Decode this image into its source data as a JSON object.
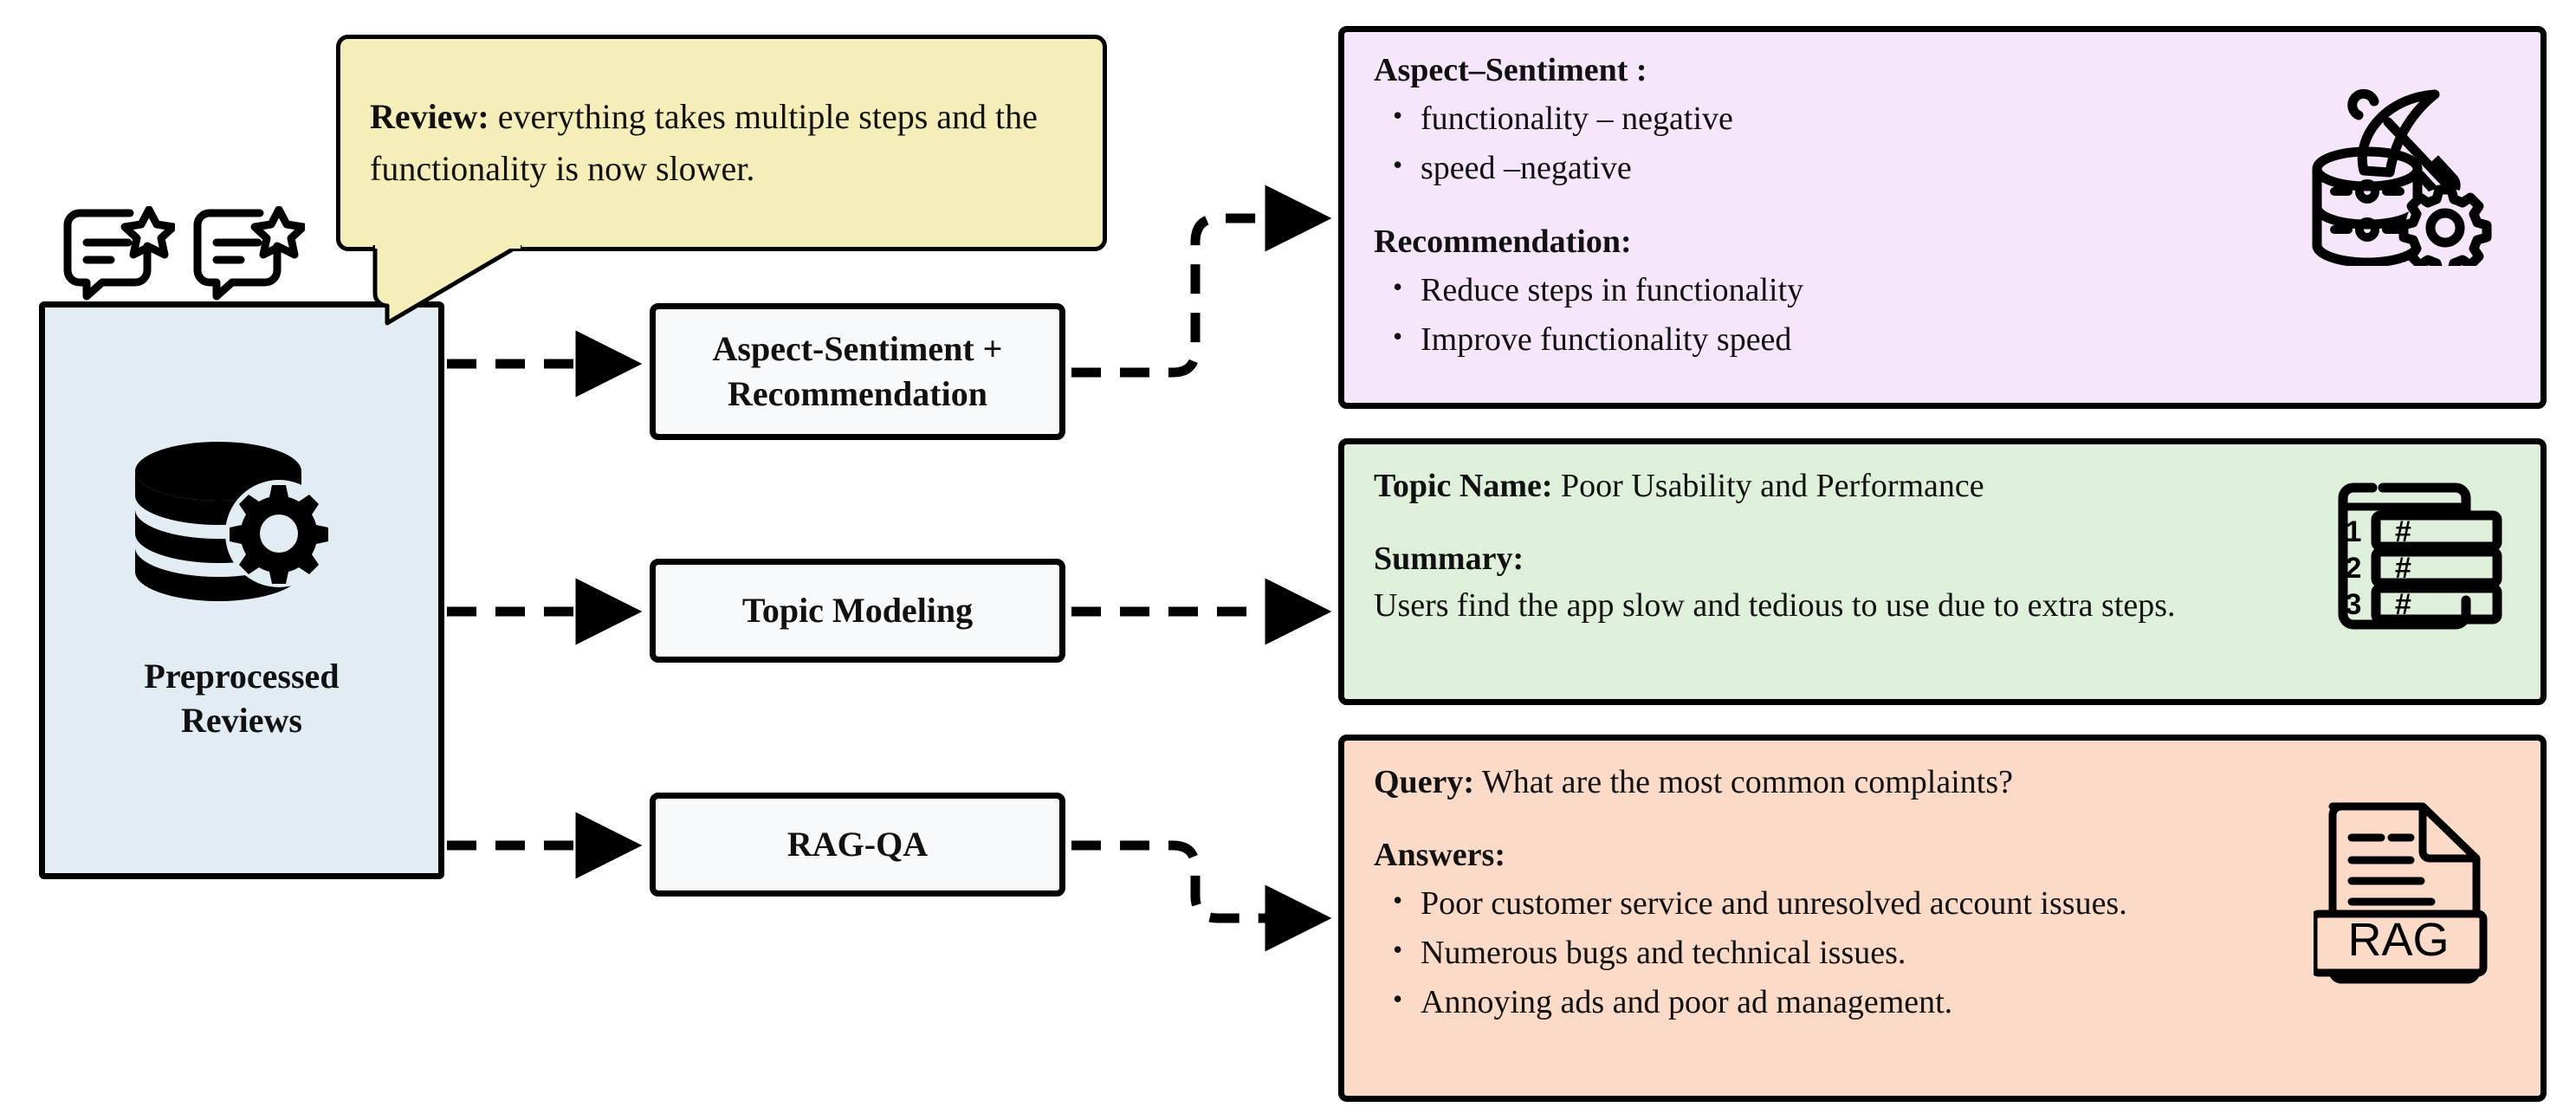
{
  "source": {
    "label_line1": "Preprocessed",
    "label_line2": "Reviews",
    "icon": "database-gear-icon",
    "bg_color": "#e2edf3",
    "review_icon_1": "review-star-bubble-icon",
    "review_icon_2": "review-star-bubble-icon"
  },
  "review_bubble": {
    "prefix": "Review:",
    "text": " everything takes multiple steps and the functionality is now slower.",
    "bg_color": "#f5eeb9"
  },
  "processes": [
    {
      "id": "aspect-sentiment-recommendation",
      "line1": "Aspect-Sentiment +",
      "line2": "Recommendation"
    },
    {
      "id": "topic-modeling",
      "line1": "Topic Modeling",
      "line2": ""
    },
    {
      "id": "rag-qa",
      "line1": "RAG-QA",
      "line2": ""
    }
  ],
  "panels": {
    "aspect": {
      "bg_color": "#f5e6fa",
      "heading_1": "Aspect–Sentiment :",
      "items_1": [
        "functionality – negative",
        "speed –negative"
      ],
      "heading_2": "Recommendation:",
      "items_2": [
        "Reduce steps in functionality",
        "Improve functionality speed"
      ],
      "icon": "data-mining-pickaxe-icon"
    },
    "topic": {
      "bg_color": "#dff0da",
      "heading_1_bold": "Topic Name:",
      "heading_1_value": " Poor Usability and Performance",
      "heading_2": "Summary:",
      "summary": "Users find the app slow and tedious to use due to extra steps.",
      "icon": "ranked-topic-list-icon",
      "icon_numbers": [
        "1",
        "2",
        "3"
      ],
      "icon_symbol": "#"
    },
    "rag": {
      "bg_color": "#fbdbc8",
      "heading_1_bold": "Query:",
      "heading_1_value": "  What are the most common complaints?",
      "heading_2": "Answers:",
      "items": [
        "Poor customer service and unresolved account issues.",
        "Numerous bugs and technical issues.",
        "Annoying ads and poor ad management."
      ],
      "icon": "rag-document-icon",
      "icon_label": "RAG"
    }
  },
  "connectors": {
    "style": "dashed-arrow",
    "color": "#000000"
  }
}
